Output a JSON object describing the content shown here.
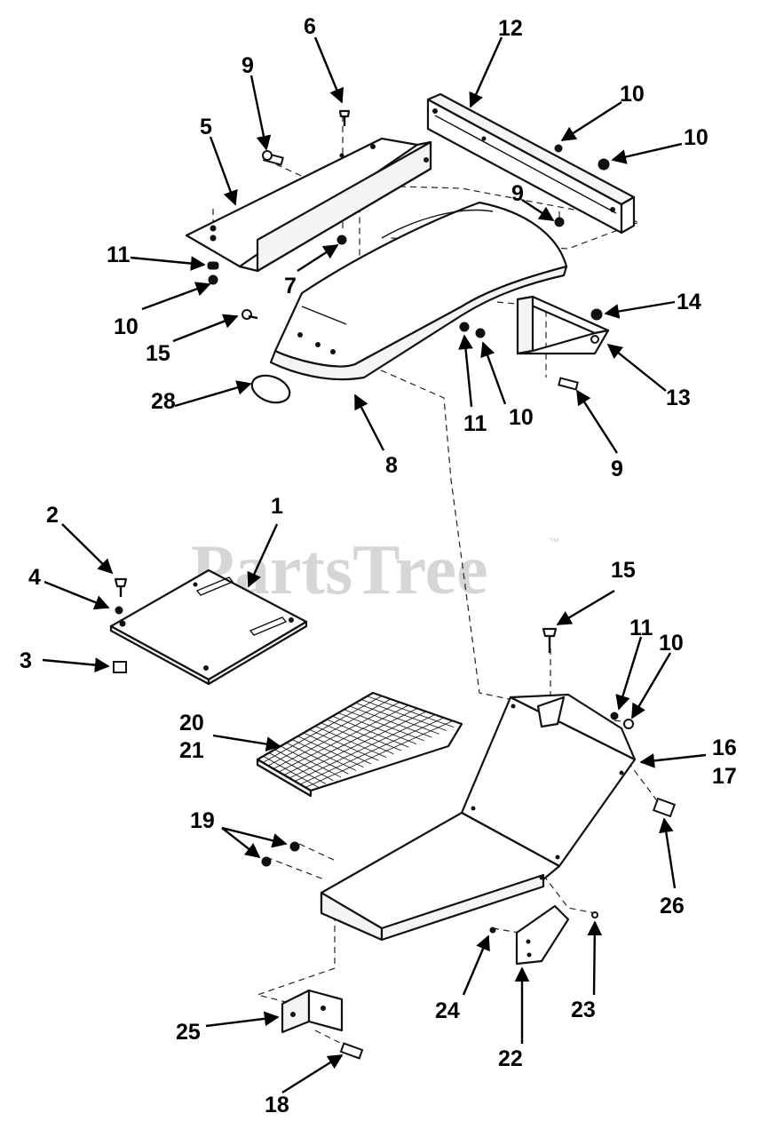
{
  "watermark": {
    "text": "PartsTree",
    "trademark": "™"
  },
  "callouts": {
    "c1": "1",
    "c2": "2",
    "c3": "3",
    "c4": "4",
    "c5": "5",
    "c6": "6",
    "c7": "7",
    "c8": "8",
    "c9a": "9",
    "c9b": "9",
    "c9c": "9",
    "c10a": "10",
    "c10b": "10",
    "c10c": "10",
    "c10d": "10",
    "c10e": "10",
    "c11a": "11",
    "c11b": "11",
    "c11c": "11",
    "c12": "12",
    "c13": "13",
    "c14": "14",
    "c15a": "15",
    "c15b": "15",
    "c16": "16",
    "c17": "17",
    "c18": "18",
    "c19": "19",
    "c20": "20",
    "c21": "21",
    "c22": "22",
    "c23": "23",
    "c24": "24",
    "c25": "25",
    "c26": "26",
    "c28": "28"
  }
}
